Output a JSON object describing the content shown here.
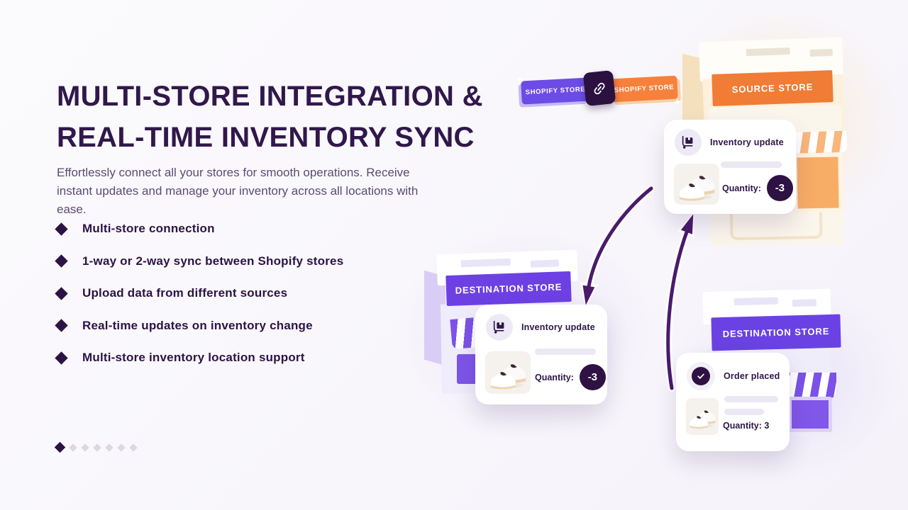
{
  "hero": {
    "title_line1": "MULTI-STORE INTEGRATION &",
    "title_line2": "REAL-TIME INVENTORY SYNC",
    "description": "Effortlessly connect all your stores for smooth operations. Receive instant updates and manage your inventory across all locations with ease.",
    "features": [
      "Multi-store connection",
      "1-way or 2-way sync between Shopify stores",
      "Upload data from different sources",
      "Real-time updates on inventory change",
      "Multi-store inventory location support"
    ]
  },
  "pagination": {
    "total_dots": 7,
    "active_dot": 1
  },
  "sync_badges": {
    "left_label": "SHOPIFY STORE",
    "right_label": "SHOPIFY STORE",
    "link_icon": "link-icon"
  },
  "stores": {
    "source": {
      "banner": "SOURCE STORE"
    },
    "destination_1": {
      "banner": "DESTINATION STORE"
    },
    "destination_2": {
      "banner": "DESTINATION STORE"
    }
  },
  "cards": {
    "source_inventory": {
      "icon": "hand-truck-box-icon",
      "title": "Inventory update",
      "quantity_label": "Quantity:",
      "quantity_value": "-3"
    },
    "destination_inventory": {
      "icon": "hand-truck-box-icon",
      "title": "Inventory update",
      "quantity_label": "Quantity:",
      "quantity_value": "-3"
    },
    "order": {
      "icon": "check-circle-icon",
      "title": "Order placed",
      "quantity_text": "Quantity: 3"
    }
  },
  "icons": {
    "bullet": "diamond-bullet-icon",
    "sparkle": "sparkle-icon",
    "product_image": "white-sneakers-photo"
  },
  "colors": {
    "accent_purple": "#6C4BE4",
    "accent_orange": "#F5813C",
    "dark_purple": "#2D1344",
    "badge_dark": "#2A1140",
    "text_muted": "#5C4B72",
    "background": "#FAF9FC"
  }
}
